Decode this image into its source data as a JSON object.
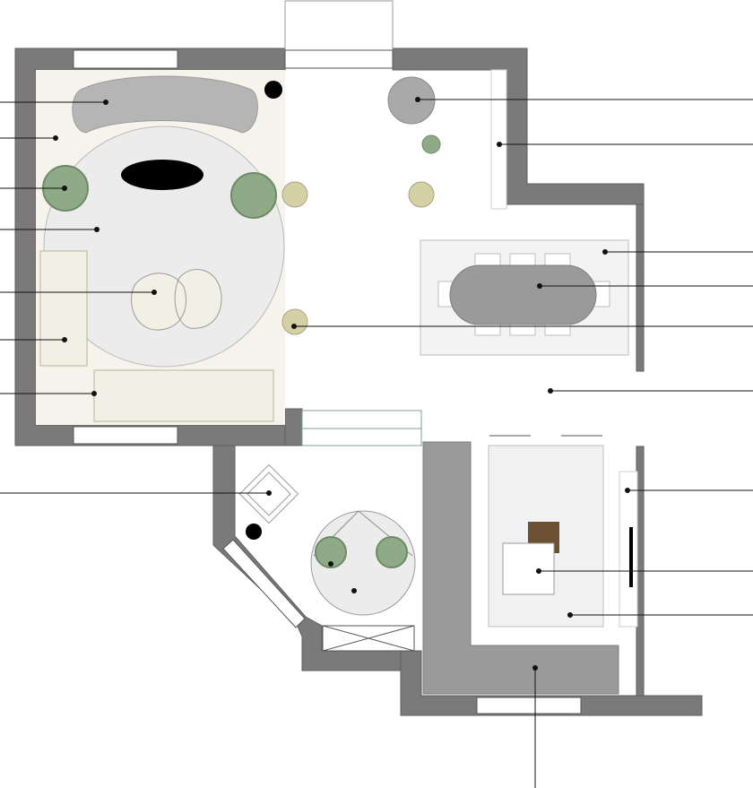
{
  "plan": {
    "colors": {
      "wall": "#7a7a7a",
      "wall_dark": "#5e5e5e",
      "living_floor": "#f5f3ec",
      "rug": "#ececec",
      "sofa": "#b5b5b5",
      "plant": "#8faa86",
      "stool": "#d6d0a6",
      "cream": "#f2f0e4",
      "dining_table": "#9a9a9a",
      "kitchen_counter": "#9a9a9a",
      "kitchen_island": "#f1f1f1",
      "cutting_board": "#6b5132",
      "black": "#000000"
    },
    "callouts": [
      {
        "id": "living-sofa"
      },
      {
        "id": "living-floor-area"
      },
      {
        "id": "living-plant"
      },
      {
        "id": "living-rug"
      },
      {
        "id": "living-lounge-chairs"
      },
      {
        "id": "living-bench"
      },
      {
        "id": "living-radiator"
      },
      {
        "id": "entry-round-chair"
      },
      {
        "id": "entry-wall-panel"
      },
      {
        "id": "dining-rug"
      },
      {
        "id": "dining-table"
      },
      {
        "id": "side-stool"
      },
      {
        "id": "hall-floor"
      },
      {
        "id": "kitchen-tall-cabinet"
      },
      {
        "id": "kitchen-appliance"
      },
      {
        "id": "kitchen-island"
      },
      {
        "id": "kitchen-counter"
      },
      {
        "id": "study-chair"
      },
      {
        "id": "study-round-table"
      }
    ]
  }
}
